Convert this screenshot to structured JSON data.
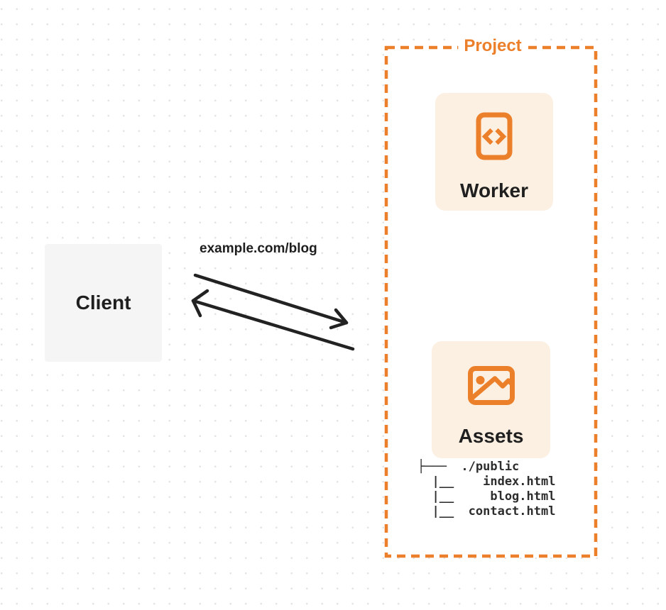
{
  "client": {
    "label": "Client"
  },
  "connection": {
    "url_label": "example.com/blog"
  },
  "project": {
    "label": "Project",
    "nodes": [
      {
        "id": "worker",
        "label": "Worker",
        "icon": "code-icon"
      },
      {
        "id": "assets",
        "label": "Assets",
        "icon": "image-icon"
      }
    ],
    "file_tree_lines": [
      "├───  ./public",
      "  |__    index.html",
      "  |__     blog.html",
      "  |__  contact.html"
    ]
  },
  "colors": {
    "accent_orange": "#ec7f2a",
    "card_background": "#fcf0e2",
    "client_background": "#f5f5f6",
    "arrow": "#222222",
    "text_dark": "#1f1f1f",
    "dot_grid": "#e3e3e4"
  }
}
